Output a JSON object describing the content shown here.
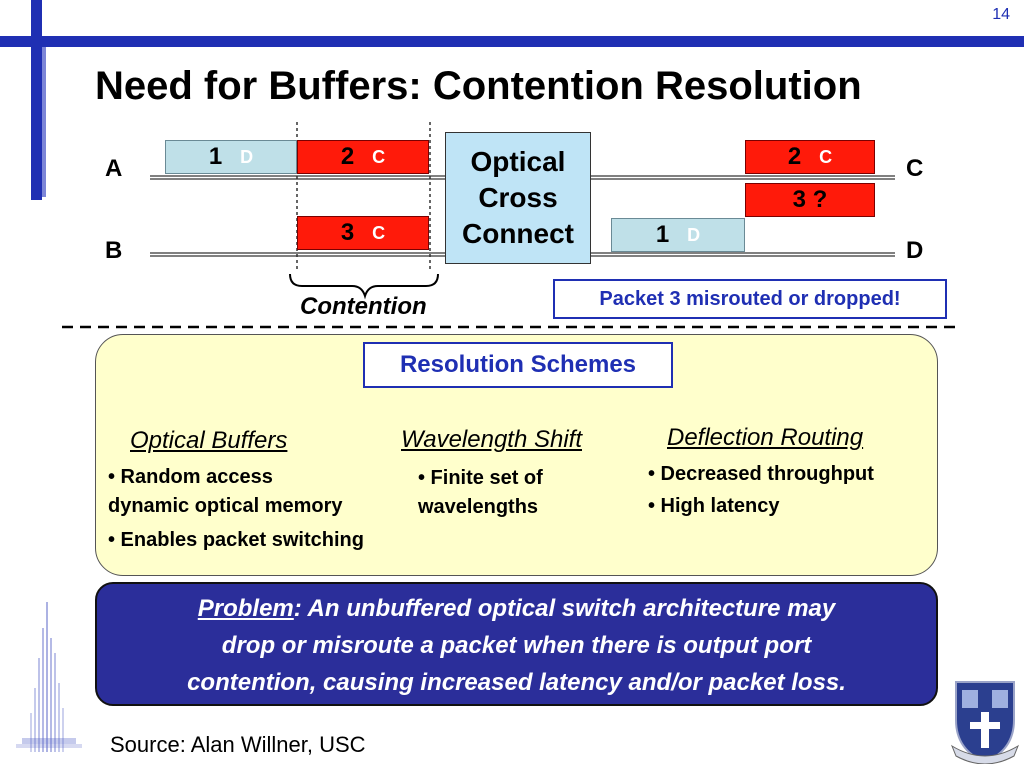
{
  "slide": {
    "number": "14",
    "title": "Need for Buffers: Contention Resolution",
    "source": "Source: Alan Willner, USC"
  },
  "diagram": {
    "ports": {
      "a": "A",
      "b": "B",
      "c": "C",
      "d": "D"
    },
    "cross_connect": {
      "line1": "Optical",
      "line2": "Cross",
      "line3": "Connect"
    },
    "packets": {
      "a1": {
        "num": "1",
        "label": "D"
      },
      "a2": {
        "num": "2",
        "label": "C"
      },
      "b3": {
        "num": "3",
        "label": "C"
      },
      "c2": {
        "num": "2",
        "label": "C"
      },
      "c3": {
        "num": "3 ?"
      },
      "d1": {
        "num": "1",
        "label": "D"
      }
    },
    "contention_label": "Contention",
    "misroute_note": "Packet 3 misrouted or dropped!"
  },
  "resolution": {
    "title": "Resolution Schemes",
    "optical_buffers": {
      "heading": "Optical Buffers",
      "bullet1_line1": "•  Random access",
      "bullet1_line2": "dynamic optical memory",
      "bullet2": "•  Enables packet switching"
    },
    "wavelength_shift": {
      "heading": "Wavelength Shift",
      "bullet1_line1": "•  Finite set of",
      "bullet1_line2": "wavelengths"
    },
    "deflection_routing": {
      "heading": "Deflection Routing",
      "bullet1": "•  Decreased throughput",
      "bullet2": "•  High latency"
    }
  },
  "problem": {
    "label": "Problem",
    "text_line1_rest": ":  An unbuffered optical switch architecture may",
    "text_line2": "drop or misroute a packet when there is output port",
    "text_line3": "contention, causing increased latency and/or packet loss."
  },
  "colors": {
    "accent_blue": "#1f2fb3",
    "packet_control_red": "#ff1a0a",
    "packet_data_blue": "#bfe0e8",
    "panel_yellow": "#ffffcc",
    "problem_navy": "#2b2e9a"
  }
}
